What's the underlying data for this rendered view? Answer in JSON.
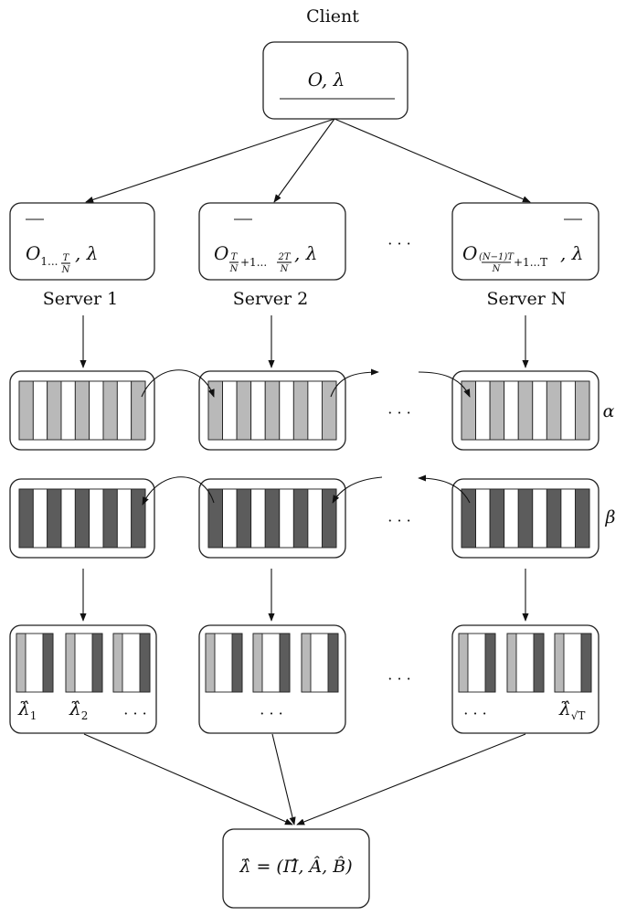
{
  "client": {
    "title": "Client",
    "box_text": "O, λ"
  },
  "servers": [
    {
      "label": "Server 1",
      "obs_main": "O",
      "obs_sub_start": "1...",
      "obs_frac_num": "T",
      "obs_frac_den": "N",
      "obs_sub_end": "",
      "obs_tail": ", λ"
    },
    {
      "label": "Server 2",
      "obs_main": "O",
      "obs_sub_start": "",
      "obs_frac_num": "T",
      "obs_frac_den": "N",
      "obs_mid": "+1...",
      "obs_frac2_num": "2T",
      "obs_frac2_den": "N",
      "obs_tail": ", λ"
    },
    {
      "label": "Server N",
      "obs_main": "O",
      "obs_frac_num": "(N−1)T",
      "obs_frac_den": "N",
      "obs_mid": "+1...T",
      "obs_tail": ", λ"
    }
  ],
  "ellipsis": "· · ·",
  "row_labels": {
    "alpha": "α",
    "beta": "β"
  },
  "estimates": {
    "first": "λ̂",
    "first_sub": "1",
    "second": "λ̂",
    "second_sub": "2",
    "last": "λ̂",
    "last_sub": "√T",
    "dots": "· · ·"
  },
  "result": {
    "text": "λ̂ = (Π̂, Â, B̂)"
  },
  "colors": {
    "light_bar": "#b9b9b9",
    "dark_bar": "#5c5c5c"
  }
}
